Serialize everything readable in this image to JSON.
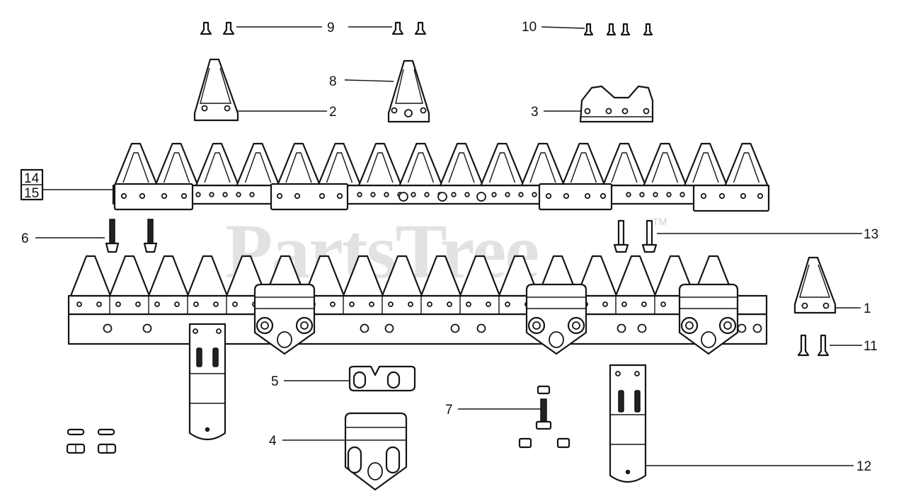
{
  "watermark": {
    "text": "PartsTree",
    "trademark": "TM"
  },
  "callouts": [
    {
      "id": "c1",
      "text": "1"
    },
    {
      "id": "c2",
      "text": "2"
    },
    {
      "id": "c3",
      "text": "3"
    },
    {
      "id": "c4",
      "text": "4"
    },
    {
      "id": "c5",
      "text": "5"
    },
    {
      "id": "c6",
      "text": "6"
    },
    {
      "id": "c7",
      "text": "7"
    },
    {
      "id": "c8",
      "text": "8"
    },
    {
      "id": "c9",
      "text": "9"
    },
    {
      "id": "c10",
      "text": "10"
    },
    {
      "id": "c11",
      "text": "11"
    },
    {
      "id": "c12",
      "text": "12"
    },
    {
      "id": "c13",
      "text": "13"
    },
    {
      "id": "c14",
      "text": "14"
    },
    {
      "id": "c15",
      "text": "15"
    }
  ],
  "colors": {
    "line": "#151515",
    "background": "#ffffff",
    "watermark": "#9a9a9a"
  }
}
